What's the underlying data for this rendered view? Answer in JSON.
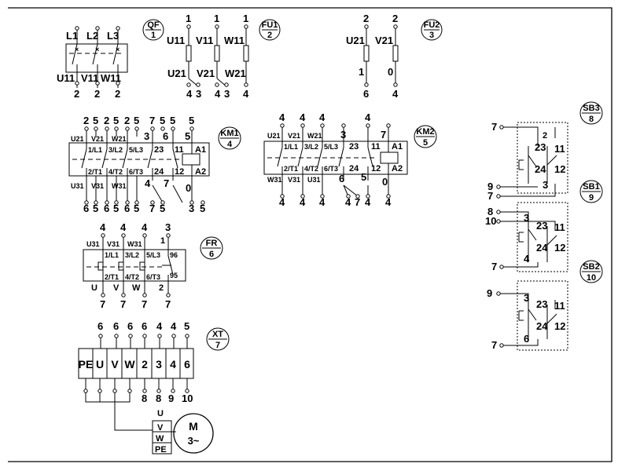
{
  "qf": {
    "tag": "QF",
    "sheet": "1",
    "poles": [
      {
        "top": "L1",
        "bottom": "U11",
        "wire": "2"
      },
      {
        "top": "L2",
        "bottom": "V11",
        "wire": "2"
      },
      {
        "top": "L3",
        "bottom": "W11",
        "wire": "2"
      }
    ]
  },
  "fu1": {
    "tag": "FU1",
    "sheet": "2",
    "fuses": [
      {
        "top_wire": "1",
        "top": "U11",
        "bottom": "U21",
        "bottom_wires": [
          "4",
          "3"
        ]
      },
      {
        "top_wire": "1",
        "top": "V11",
        "bottom": "V21",
        "bottom_wires": [
          "4",
          "3"
        ]
      },
      {
        "top_wire": "1",
        "top": "W11",
        "bottom": "W21",
        "bottom_wires": [
          "4"
        ]
      }
    ]
  },
  "fu2": {
    "tag": "FU2",
    "sheet": "3",
    "fuses": [
      {
        "top_wire": "2",
        "top": "U21",
        "bottom": "1",
        "bottom_wire": "6"
      },
      {
        "top_wire": "2",
        "top": "V21",
        "bottom": "0",
        "bottom_wire": "4"
      }
    ]
  },
  "km1": {
    "tag": "KM1",
    "sheet": "4",
    "top_wires": [
      "2",
      "5",
      "2",
      "5",
      "2",
      "5",
      "7",
      "5",
      "5",
      "5"
    ],
    "row1": [
      "U21",
      "V21",
      "W21",
      "3",
      "6",
      "5"
    ],
    "row2": [
      "1/L1",
      "3/L2",
      "5/L3",
      "23",
      "11",
      "A1"
    ],
    "row3": [
      "2/T1",
      "4/T2",
      "6/T3",
      "24",
      "12",
      "A2"
    ],
    "row4": [
      "U31",
      "V31",
      "W31",
      "4",
      "7",
      "0"
    ],
    "bottom_wires": [
      "6",
      "5",
      "6",
      "5",
      "6",
      "5",
      "7",
      "5",
      "3",
      "5"
    ]
  },
  "km2": {
    "tag": "KM2",
    "sheet": "5",
    "top_wires": [
      "4",
      "4",
      "4",
      "3",
      "4",
      "7"
    ],
    "row1": [
      "U21",
      "V21",
      "W21"
    ],
    "row2": [
      "1/L1",
      "3/L2",
      "5/L3",
      "23",
      "11",
      "A1"
    ],
    "row3": [
      "2/T1",
      "4/T2",
      "6/T3",
      "24",
      "12",
      "A2"
    ],
    "row4": [
      "W31",
      "V31",
      "U31",
      "6",
      "5",
      "0"
    ],
    "bottom_wires": [
      "4",
      "4",
      "4",
      "4",
      "7",
      "4",
      "4"
    ]
  },
  "fr": {
    "tag": "FR",
    "sheet": "6",
    "top_wires": [
      "4",
      "4",
      "4",
      "3"
    ],
    "row1": [
      "U31",
      "V31",
      "W31",
      "1"
    ],
    "row2": [
      "1/L1",
      "3/L2",
      "5/L3",
      "96"
    ],
    "row3": [
      "2/T1",
      "4/T2",
      "6/T3",
      "95"
    ],
    "row4": [
      "U",
      "V",
      "W",
      "2"
    ],
    "bottom_wires": [
      "7",
      "7",
      "7",
      "7"
    ]
  },
  "xt": {
    "tag": "XT",
    "sheet": "7",
    "top_wires": [
      "6",
      "6",
      "6",
      "6",
      "4",
      "4",
      "5"
    ],
    "terminals": [
      "PE",
      "U",
      "V",
      "W",
      "2",
      "3",
      "4",
      "6"
    ],
    "bottom_wires": [
      "8",
      "8",
      "9",
      "10"
    ]
  },
  "motor": {
    "label": "M",
    "sub": "3~",
    "phases": [
      "U",
      "V",
      "W",
      "PE"
    ]
  },
  "sb3": {
    "tag": "SB3",
    "sheet": "8",
    "left_wires": [
      "7",
      "9",
      "7"
    ],
    "contacts": [
      "2",
      "23",
      "11",
      "24",
      "12",
      "3"
    ]
  },
  "sb1": {
    "tag": "SB1",
    "sheet": "9",
    "left_wires": [
      "8",
      "10",
      "7"
    ],
    "contacts": [
      "3",
      "23",
      "11",
      "24",
      "12",
      "4"
    ]
  },
  "sb2": {
    "tag": "SB2",
    "sheet": "10",
    "left_wires": [
      "9",
      "7"
    ],
    "contacts": [
      "3",
      "23",
      "11",
      "24",
      "12",
      "6"
    ]
  }
}
